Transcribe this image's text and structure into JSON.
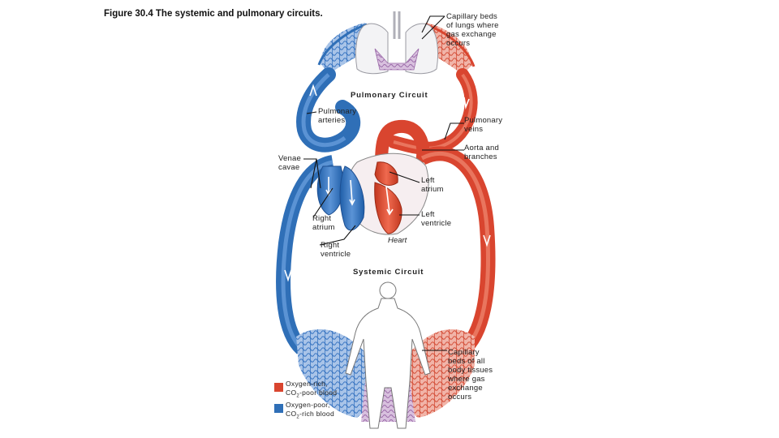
{
  "figure": {
    "title": "Figure 30.4  The systemic and pulmonary circuits."
  },
  "labels": {
    "capillary_lungs": "Capillary beds\nof lungs where\ngas exchange\noccurs",
    "pulmonary_circuit": "Pulmonary Circuit",
    "pulmonary_arteries": "Pulmonary\narteries",
    "pulmonary_veins": "Pulmonary\nveins",
    "aorta": "Aorta and\nbranches",
    "venae_cavae": "Venae\ncavae",
    "left_atrium": "Left\natrium",
    "right_atrium": "Right\natrium",
    "left_ventricle": "Left\nventricle",
    "right_ventricle": "Right\nventricle",
    "heart": "Heart",
    "systemic_circuit": "Systemic Circuit",
    "capillary_body": "Capillary\nbeds of all\nbody tissues\nwhere gas\nexchange\noccurs"
  },
  "legend": {
    "oxygen_rich_line1": "Oxygen-rich,",
    "oxygen_rich_co2": "CO",
    "oxygen_rich_sub": "2",
    "oxygen_rich_rest": "-poor blood",
    "oxygen_poor_line1": "Oxygen-poor,",
    "oxygen_poor_co2": "CO",
    "oxygen_poor_sub": "2",
    "oxygen_poor_rest": "-rich blood"
  },
  "colors": {
    "oxygen_rich": "#d9452f",
    "oxygen_poor": "#2f6fb7",
    "capillary_mix": "#b58bbf"
  }
}
